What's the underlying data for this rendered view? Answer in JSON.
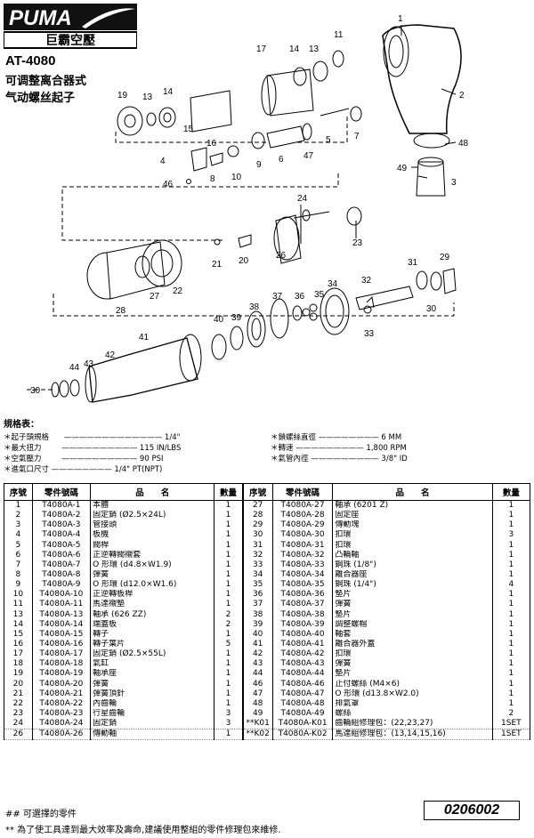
{
  "brand": {
    "name": "PUMA",
    "cn": "巨霸空壓"
  },
  "model": "AT-4080",
  "title_line1": "可调整离合器式",
  "title_line2": "气动螺丝起子",
  "callouts": [
    "1",
    "2",
    "3",
    "4",
    "5",
    "6",
    "7",
    "8",
    "9",
    "10",
    "11",
    "13",
    "13",
    "14",
    "14",
    "15",
    "16",
    "17",
    "19",
    "20",
    "21",
    "22",
    "23",
    "24",
    "26",
    "27",
    "28",
    "29",
    "30",
    "30",
    "31",
    "32",
    "33",
    "34",
    "35",
    "36",
    "37",
    "38",
    "39",
    "40",
    "41",
    "42",
    "43",
    "44",
    "46",
    "47",
    "48",
    "49"
  ],
  "specs": {
    "title": "規格表：",
    "left": [
      {
        "label": "＊起子頭規格",
        "value": "1/4\""
      },
      {
        "label": "＊最大扭力",
        "value": "115 IN/LBS"
      },
      {
        "label": "＊空氣壓力",
        "value": "90 PSI"
      },
      {
        "label": "＊進氣口尺寸",
        "value": "1/4\" PT(NPT)"
      }
    ],
    "right": [
      {
        "label": "＊鎖螺絲直徑",
        "value": "6 MM"
      },
      {
        "label": "＊轉速",
        "value": "1,800 RPM"
      },
      {
        "label": "＊氣管內徑",
        "value": "3/8\" ID"
      }
    ]
  },
  "table": {
    "headers": [
      "序號",
      "零件號碼",
      "品　　名",
      "數量",
      "序號",
      "零件號碼",
      "品　　名",
      "數量"
    ],
    "rows": [
      [
        "1",
        "T4080A-1",
        "本體",
        "1",
        "27",
        "T4080A-27",
        "軸承 (6201 Z)",
        "1"
      ],
      [
        "2",
        "T4080A-2",
        "固定銷 (Ø2.5×24L)",
        "1",
        "28",
        "T4080A-28",
        "固定座",
        "1"
      ],
      [
        "3",
        "T4080A-3",
        "管接頭",
        "1",
        "29",
        "T4080A-29",
        "傳動塊",
        "1"
      ],
      [
        "4",
        "T4080A-4",
        "板機",
        "1",
        "30",
        "T4080A-30",
        "扣環",
        "3"
      ],
      [
        "5",
        "T4080A-5",
        "閥桿",
        "1",
        "31",
        "T4080A-31",
        "扣環",
        "1"
      ],
      [
        "6",
        "T4080A-6",
        "正逆轉閥襯套",
        "1",
        "32",
        "T4080A-32",
        "凸輪軸",
        "1"
      ],
      [
        "7",
        "T4080A-7",
        "O 形環 (d4.8×W1.9)",
        "1",
        "33",
        "T4080A-33",
        "鋼珠 (1/8\")",
        "1"
      ],
      [
        "8",
        "T4080A-8",
        "彈簧",
        "1",
        "34",
        "T4080A-34",
        "離合器座",
        "1"
      ],
      [
        "9",
        "T4080A-9",
        "O 形環 (d12.0×W1.6)",
        "1",
        "35",
        "T4080A-35",
        "鋼珠 (1/4\")",
        "4"
      ],
      [
        "10",
        "T4080A-10",
        "正逆轉板桿",
        "1",
        "36",
        "T4080A-36",
        "墊片",
        "1"
      ],
      [
        "11",
        "T4080A-11",
        "馬達襯墊",
        "1",
        "37",
        "T4080A-37",
        "彈簧",
        "1"
      ],
      [
        "13",
        "T4080A-13",
        "軸承 (626 ZZ)",
        "2",
        "38",
        "T4080A-38",
        "墊片",
        "1"
      ],
      [
        "14",
        "T4080A-14",
        "端蓋板",
        "2",
        "39",
        "T4080A-39",
        "調整螺帽",
        "1"
      ],
      [
        "15",
        "T4080A-15",
        "轉子",
        "1",
        "40",
        "T4080A-40",
        "軸套",
        "1"
      ],
      [
        "16",
        "T4080A-16",
        "轉子葉片",
        "5",
        "41",
        "T4080A-41",
        "離合器外蓋",
        "1"
      ],
      [
        "17",
        "T4080A-17",
        "固定銷 (Ø2.5×55L)",
        "1",
        "42",
        "T4080A-42",
        "扣環",
        "1"
      ],
      [
        "18",
        "T4080A-18",
        "氣缸",
        "1",
        "43",
        "T4080A-43",
        "彈簧",
        "1"
      ],
      [
        "19",
        "T4080A-19",
        "軸承座",
        "1",
        "44",
        "T4080A-44",
        "墊片",
        "1"
      ],
      [
        "20",
        "T4080A-20",
        "彈簧",
        "1",
        "46",
        "T4080A-46",
        "止付螺絲 (M4×6)",
        "1"
      ],
      [
        "21",
        "T4080A-21",
        "彈簧頂針",
        "1",
        "47",
        "T4080A-47",
        "O 形環 (d13.8×W2.0)",
        "1"
      ],
      [
        "22",
        "T4080A-22",
        "內齒輪",
        "1",
        "48",
        "T4080A-48",
        "排氣罩",
        "1"
      ],
      [
        "23",
        "T4080A-23",
        "行星齒輪",
        "3",
        "49",
        "T4080A-49",
        "螺絲",
        "2"
      ],
      [
        "24",
        "T4080A-24",
        "固定銷",
        "3",
        "**K01",
        "T4080A-K01",
        "齒輪組修理包：(22,23,27)",
        "1SET"
      ],
      [
        "26",
        "T4080A-26",
        "傳動軸",
        "1",
        "**K02",
        "T4080A-K02",
        "馬達組修理包：(13,14,15,16)",
        "1SET"
      ]
    ]
  },
  "footnote1": "## 可選擇的零件",
  "footnote2": "** 為了使工具達到最大效率及壽命,建議使用整組的零件修理包來維修.",
  "doc_code": "0206002"
}
